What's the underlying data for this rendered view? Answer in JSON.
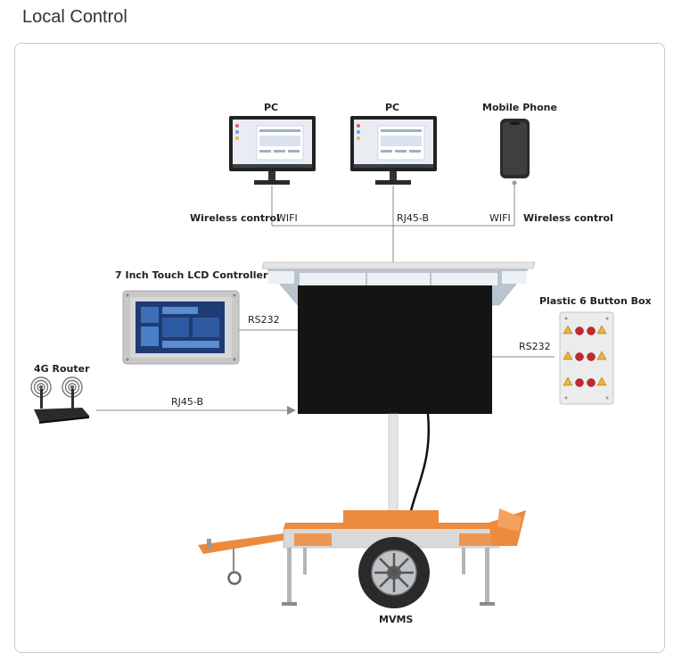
{
  "page": {
    "title": "Local Control"
  },
  "devices": {
    "pc1": "PC",
    "pc2": "PC",
    "mobile": "Mobile Phone",
    "lcd_controller": "7 Inch Touch LCD Controller",
    "router": "4G Router",
    "button_box": "Plastic 6 Button Box",
    "mvms": "MVMS"
  },
  "connections": {
    "wireless_left": "Wireless control",
    "wifi_left": "WIFI",
    "rj45_top": "RJ45-B",
    "wifi_right": "WIFI",
    "wireless_right": "Wireless control",
    "rs232_left": "RS232",
    "rs232_right": "RS232",
    "rj45_router": "RJ45-B"
  },
  "colors": {
    "trailer_orange": "#ee8a3c",
    "screen_black": "#141414",
    "line_gray": "#8a8a8a",
    "warning_yellow": "#f2b233",
    "button_red": "#c8262b"
  }
}
